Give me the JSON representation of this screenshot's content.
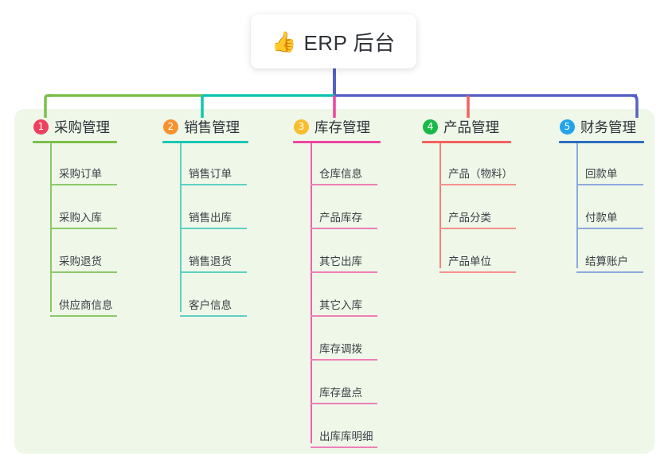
{
  "diagram": {
    "title": "ERP 后台",
    "type": "mind-map",
    "root": {
      "emoji": "👍",
      "emoji_name": "thumbs-up-emoji",
      "label": "ERP 后台"
    },
    "panel_color": "#eef7e8",
    "columns": [
      {
        "number": "1",
        "label": "采购管理",
        "badge_color": "#ef4060",
        "rule_color": "#7cc04a",
        "leaf_color": "#8cc96a",
        "spine_color": "#8cc96a",
        "connector_color": "#7cc04a",
        "items": [
          {
            "label": "采购订单"
          },
          {
            "label": "采购入库"
          },
          {
            "label": "采购退货"
          },
          {
            "label": "供应商信息"
          }
        ]
      },
      {
        "number": "2",
        "label": "销售管理",
        "badge_color": "#f7922f",
        "rule_color": "#18c6b4",
        "leaf_color": "#5fd0c4",
        "spine_color": "#5fd0c4",
        "connector_color": "#11c5b0",
        "items": [
          {
            "label": "销售订单"
          },
          {
            "label": "销售出库"
          },
          {
            "label": "销售退货"
          },
          {
            "label": "客户信息"
          }
        ]
      },
      {
        "number": "3",
        "label": "库存管理",
        "badge_color": "#f7bd2e",
        "rule_color": "#ec46a0",
        "leaf_color": "#ef7fb8",
        "spine_color": "#ef62ab",
        "connector_color": "#ec46a0",
        "items": [
          {
            "label": "仓库信息"
          },
          {
            "label": "产品库存"
          },
          {
            "label": "其它出库"
          },
          {
            "label": "其它入库"
          },
          {
            "label": "库存调拨"
          },
          {
            "label": "库存盘点"
          },
          {
            "label": "出库库明细"
          }
        ]
      },
      {
        "number": "4",
        "label": "产品管理",
        "badge_color": "#1ab84a",
        "rule_color": "#f4615f",
        "leaf_color": "#f7918c",
        "spine_color": "#f4807c",
        "connector_color": "#f4615f",
        "items": [
          {
            "label": "产品（物料）"
          },
          {
            "label": "产品分类"
          },
          {
            "label": "产品单位"
          }
        ]
      },
      {
        "number": "5",
        "label": "财务管理",
        "badge_color": "#23a3ed",
        "rule_color": "#2d6cc0",
        "leaf_color": "#8ca8de",
        "spine_color": "#8ca8de",
        "connector_color": "#5561c4",
        "items": [
          {
            "label": "回款单"
          },
          {
            "label": "付款单"
          },
          {
            "label": "结算账户"
          }
        ]
      }
    ],
    "connector": {
      "stem_color": "#5561c4",
      "bus_segments": [
        {
          "color": "#7cc04a"
        },
        {
          "color": "#11c5b0"
        },
        {
          "color": "#5561c4"
        }
      ]
    }
  }
}
